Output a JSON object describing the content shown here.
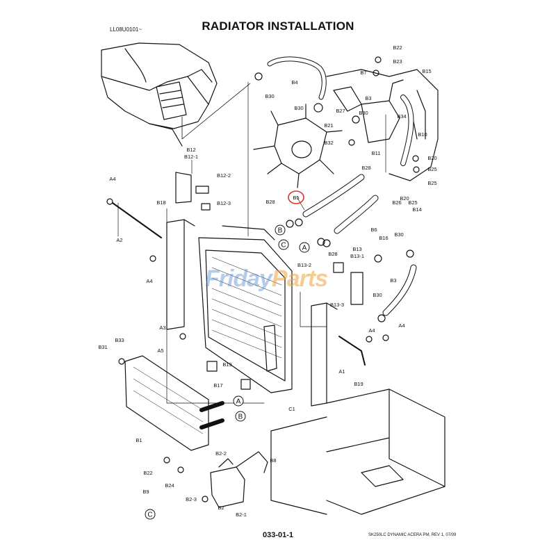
{
  "diagram": {
    "title": "RADIATOR INSTALLATION",
    "code": "LL08U0101~",
    "page_number": "033-01-1",
    "footer": "SK250LC DYNAMIC ACERA PM, REV 1, 07/09",
    "watermark_left": "Friday",
    "watermark_right": "Parts",
    "highlighted_part": "B5",
    "highlight_color": "#e03030",
    "labels": [
      "B22",
      "B23",
      "B7",
      "B15",
      "B4",
      "B30",
      "B30",
      "B27",
      "B3",
      "B34",
      "B30",
      "B21",
      "B10",
      "B32",
      "B11",
      "B20",
      "B28",
      "B25",
      "B25",
      "B12",
      "B12-1",
      "B12-2",
      "A4",
      "B18",
      "B12-3",
      "B28",
      "B20",
      "B26",
      "B25",
      "B14",
      "B5",
      "B6",
      "B30",
      "B16",
      "B13",
      "B13-1",
      "B28",
      "A2",
      "B13-2",
      "A4",
      "B3",
      "B30",
      "B13-3",
      "A3",
      "A4",
      "A4",
      "A5",
      "B31",
      "B33",
      "B19",
      "B17",
      "A1",
      "B19",
      "C1",
      "B1",
      "B2-2",
      "B8",
      "B22",
      "B24",
      "B9",
      "B2-3",
      "B2",
      "B2-1"
    ],
    "callouts": [
      "A",
      "A",
      "B",
      "B",
      "C",
      "C"
    ]
  }
}
